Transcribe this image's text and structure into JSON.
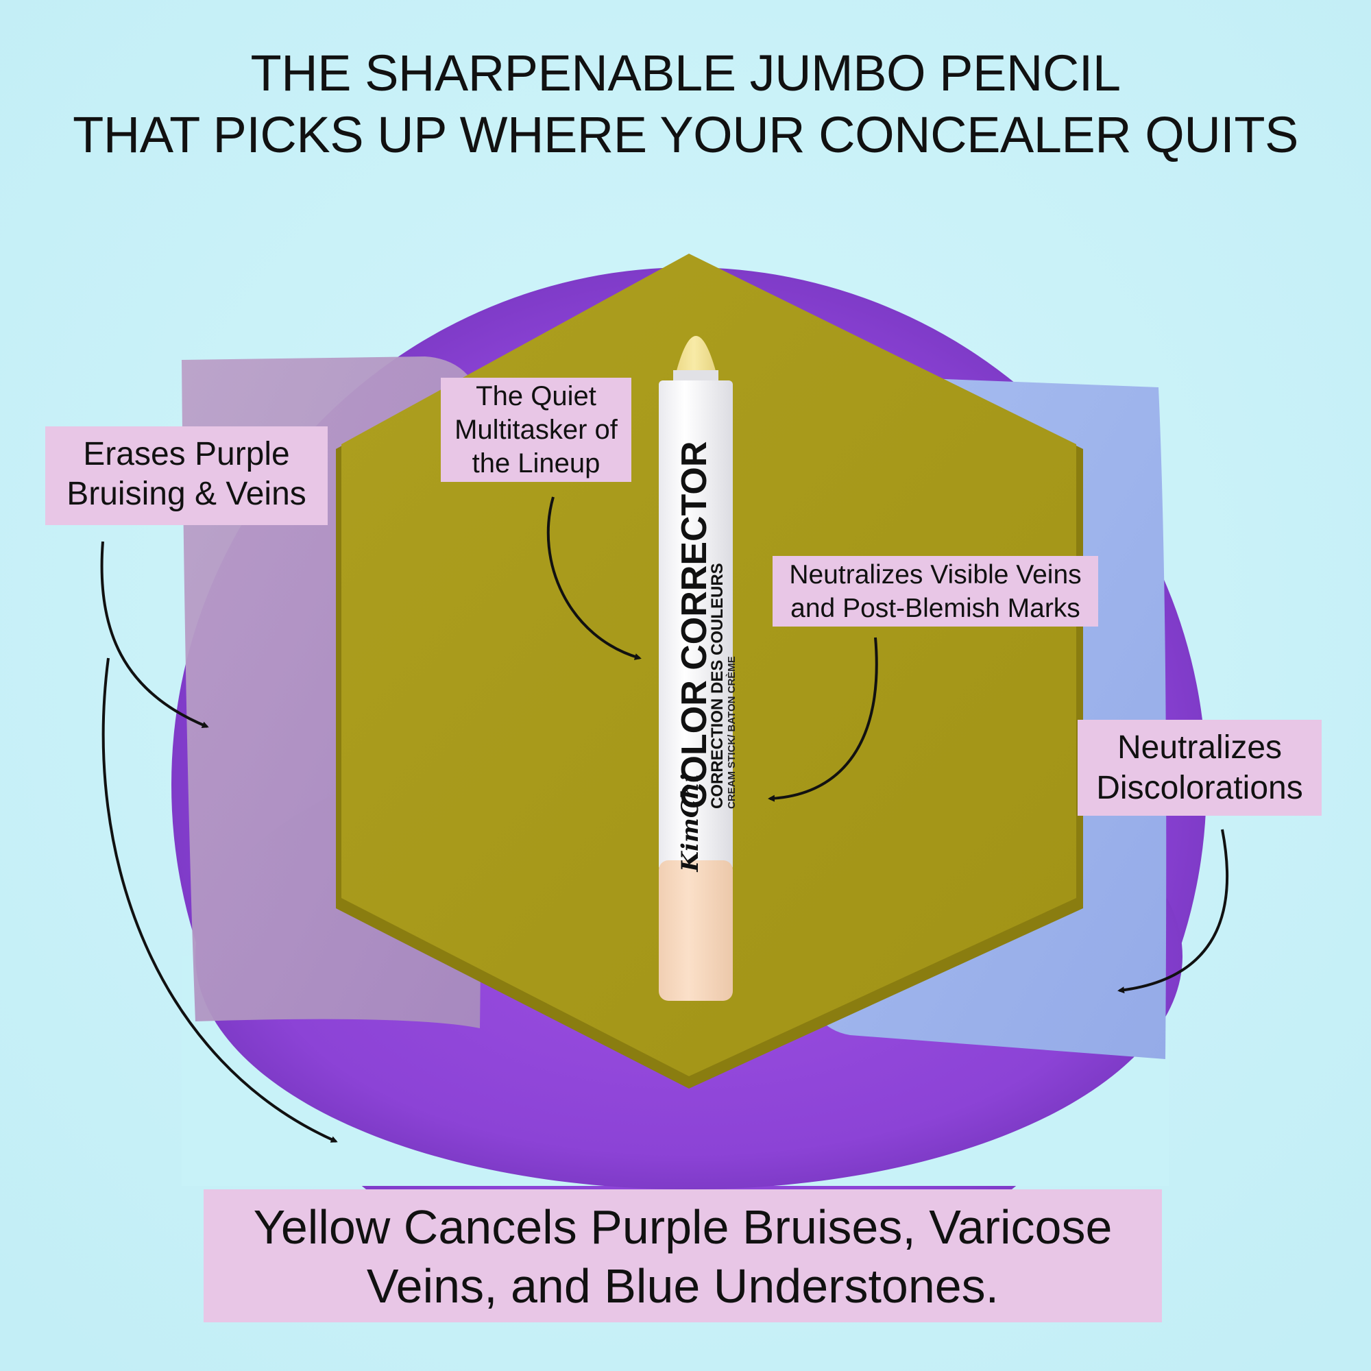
{
  "headline": {
    "line1": "THE SHARPENABLE JUMBO PENCIL",
    "line2": "THAT PICKS UP WHERE YOUR CONCEALER QUITS"
  },
  "callouts": {
    "erases": {
      "line1": "Erases Purple",
      "line2": "Bruising & Veins"
    },
    "quiet": {
      "line1": "The Quiet",
      "line2": "Multitasker of",
      "line3": "the Lineup"
    },
    "veins": {
      "line1": "Neutralizes Visible Veins",
      "line2": "and Post-Blemish Marks"
    },
    "discolor": {
      "line1": "Neutralizes",
      "line2": "Discolorations"
    }
  },
  "bottom_banner": {
    "line1": "Yellow Cancels Purple Bruises, Varicose",
    "line2": "Veins, and Blue Understones."
  },
  "pencil": {
    "line1": "COLOR CORRECTOR",
    "line2": "CORRECTION DES COULEURS",
    "line3": "CREAM STICK/ BATON CRÈME",
    "brand": "KimChi"
  },
  "colors": {
    "background": "#c8f2f8",
    "purple_disc": "#8f45d8",
    "mauve_card": "#b296c4",
    "blue_card": "#9fb4ec",
    "olive_hexagon": "#a89a1b",
    "label_pink": "#e8c6e6",
    "pencil_tip": "#f3e59a",
    "pencil_cap": "#f9d9bf"
  }
}
